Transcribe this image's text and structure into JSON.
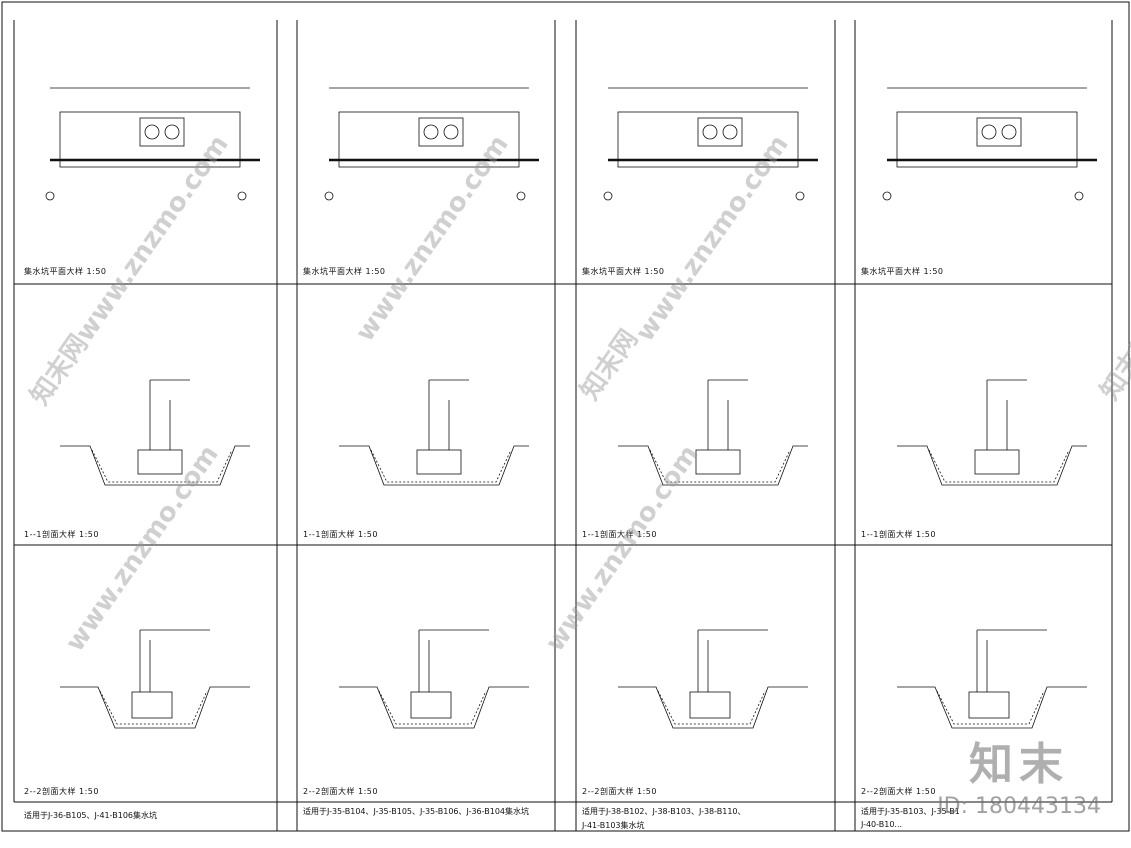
{
  "panels": {
    "plan_titles": [
      "集水坑平面大样  1:50",
      "集水坑平面大样  1:50",
      "集水坑平面大样  1:50",
      "集水坑平面大样  1:50"
    ],
    "section1_titles": [
      "1--1剖面大样  1:50",
      "1--1剖面大样  1:50",
      "1--1剖面大样  1:50",
      "1--1剖面大样  1:50"
    ],
    "section2_titles": [
      "2--2剖面大样  1:50",
      "2--2剖面大样  1:50",
      "2--2剖面大样  1:50",
      "2--2剖面大样  1:50"
    ],
    "notes": [
      "适用于J-36-B105、J-41-B106集水坑",
      "适用于J-35-B104、J-35-B105、J-35-B106、J-36-B104集水坑",
      "适用于J-38-B102、J-38-B103、J-38-B110、",
      "适用于J-35-B103、J-35-B1"
    ],
    "notes_line2": [
      "",
      "",
      "J-41-B103集水坑",
      "J-40-B10..."
    ]
  },
  "watermarks": {
    "site": "www.znzmo.com",
    "cn": "知末网"
  },
  "brand": {
    "logo_text": "知末",
    "id_text": "ID: 180443134"
  },
  "colors": {
    "line": "#111111",
    "watermark": "#999999"
  }
}
